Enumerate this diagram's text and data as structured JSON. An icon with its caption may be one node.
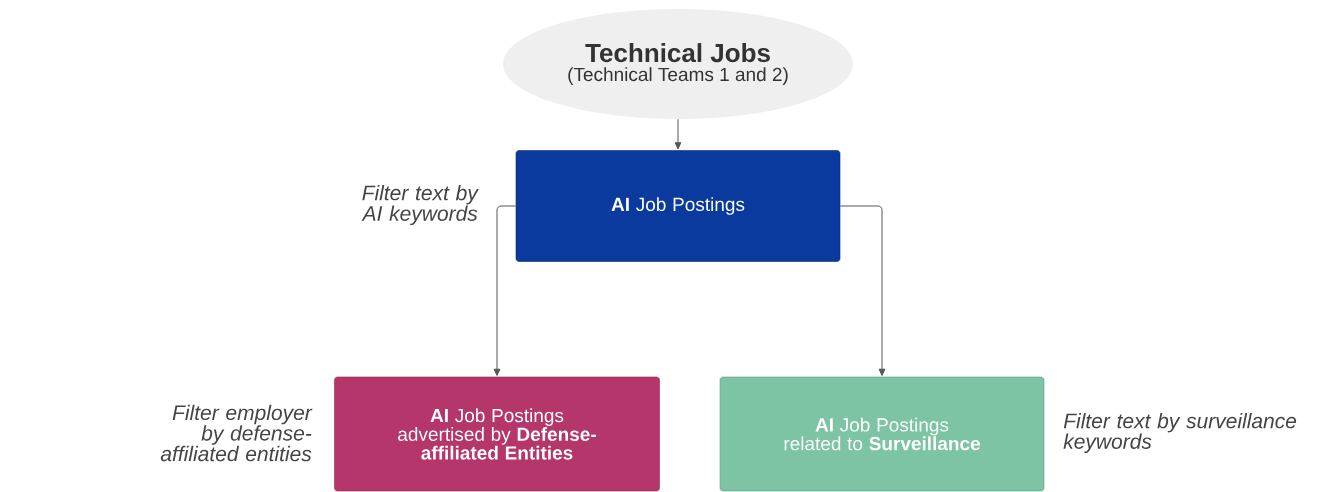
{
  "diagram": {
    "nodes": [
      {
        "text": [
          "Technical Jobs",
          "(Technical Teams 1 and 2)"
        ]
      },
      {
        "text": [
          "**AI** Job Postings"
        ],
        "beside": [
          "Filter text by AI keywords"
        ]
      },
      {
        "text": [
          "**AI** Job Postings advertised by **Defense-affiliated Entities**"
        ],
        "beside": [
          "Filter employer by defense-affiliated entities"
        ]
      },
      {
        "text": [
          "**AI** Job Postings related to **Surveillance**"
        ],
        "beside": [
          "Filter text by surveillance keywords"
        ]
      }
    ],
    "edges": [
      {
        "from": 0,
        "to": 1,
        "arrow": "to"
      },
      {
        "from": 1,
        "to": 2,
        "arrow": "to"
      },
      {
        "from": 1,
        "to": 3,
        "arrow": "to"
      }
    ]
  }
}
